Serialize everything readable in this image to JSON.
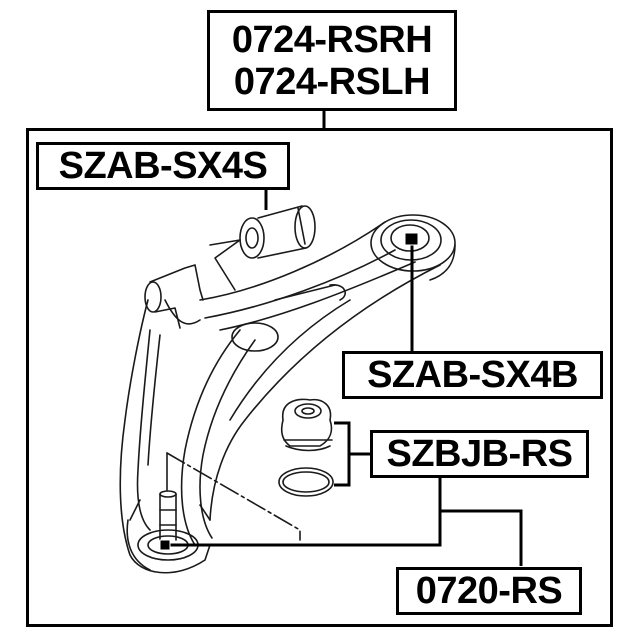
{
  "diagram": {
    "type": "auto-parts exploded view",
    "subject": "front lower control arm",
    "assembly_label": {
      "lines": [
        "0724-RSRH",
        "0724-RSLH"
      ]
    },
    "part_labels": [
      {
        "id": "front-bushing",
        "text": "SZAB-SX4S"
      },
      {
        "id": "rear-bushing",
        "text": "SZAB-SX4B"
      },
      {
        "id": "ball-joint-boot",
        "text": "SZBJB-RS"
      },
      {
        "id": "ball-joint",
        "text": "0720-RS"
      }
    ],
    "colors": {
      "line": "#000000",
      "background": "#ffffff",
      "drawing": "#1a1a1a"
    }
  }
}
